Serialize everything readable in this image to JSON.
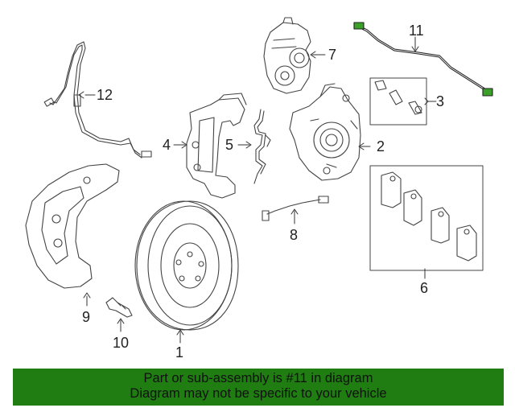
{
  "diagram": {
    "callouts": {
      "c1": "1",
      "c2": "2",
      "c3": "3",
      "c4": "4",
      "c5": "5",
      "c6": "6",
      "c7": "7",
      "c8": "8",
      "c9": "9",
      "c10": "10",
      "c11": "11",
      "c12": "12"
    }
  },
  "banner": {
    "line1": "Part or sub-assembly is #11 in diagram",
    "line2": "Diagram may not be specific to your vehicle"
  },
  "colors": {
    "banner_bg": "#1f7d12",
    "highlight_part": "#3aa02a"
  }
}
